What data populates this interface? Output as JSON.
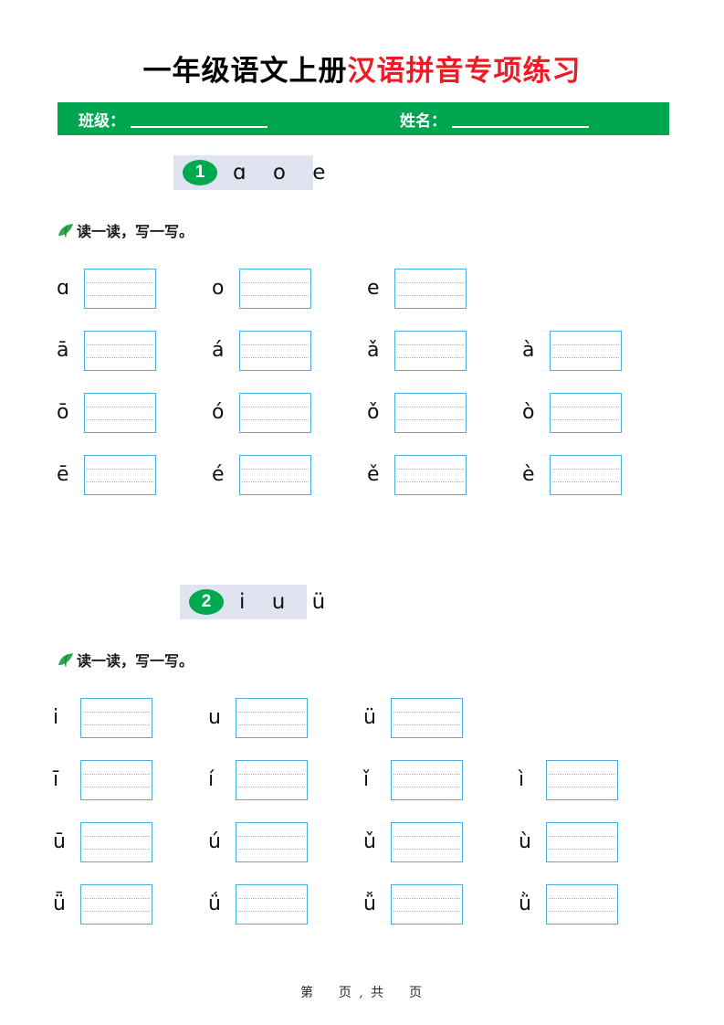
{
  "title": {
    "part_black": "一年级语文上册",
    "part_red": "汉语拼音专项练习",
    "red_color": "#ec1c24"
  },
  "info_bar": {
    "bg_color": "#00a550",
    "class_label": "班级：",
    "name_label": "姓名："
  },
  "sections": [
    {
      "number": "1",
      "letters": "ɑ  o  e",
      "band_color": "#dfe4f0",
      "badge_color": "#00a94f",
      "instruction": "读一读，写一写。",
      "rows": [
        {
          "items": [
            "ɑ",
            "o",
            "e"
          ]
        },
        {
          "items": [
            "ā",
            "á",
            "ǎ",
            "à"
          ]
        },
        {
          "items": [
            "ō",
            "ó",
            "ǒ",
            "ò"
          ]
        },
        {
          "items": [
            "ē",
            "é",
            "ě",
            "è"
          ]
        }
      ]
    },
    {
      "number": "2",
      "letters": "i  u  ü",
      "band_color": "#dfe4f0",
      "badge_color": "#00a94f",
      "instruction": "读一读，写一写。",
      "rows": [
        {
          "items": [
            "i",
            "u",
            "ü"
          ]
        },
        {
          "items": [
            "ī",
            "í",
            "ǐ",
            "ì"
          ]
        },
        {
          "items": [
            "ū",
            "ú",
            "ǔ",
            "ù"
          ]
        },
        {
          "items": [
            "ǖ",
            "ǘ",
            "ǚ",
            "ǜ"
          ]
        }
      ]
    }
  ],
  "footer": {
    "text": "第    页 , 共    页"
  }
}
